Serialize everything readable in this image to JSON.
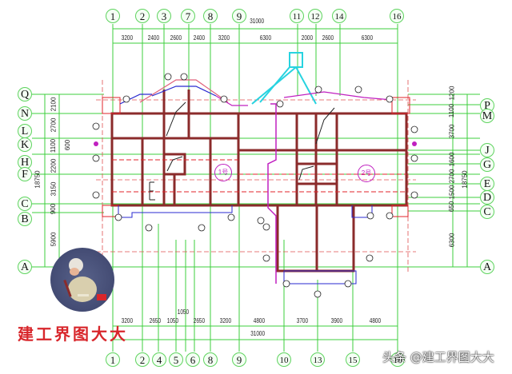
{
  "drawing": {
    "type": "architectural floor plan (axis grid layout)",
    "top_axes": [
      "1",
      "2",
      "3",
      "7",
      "8",
      "9",
      "11",
      "12",
      "14",
      "16"
    ],
    "bottom_axes": [
      "1",
      "2",
      "4",
      "5",
      "6",
      "8",
      "9",
      "10",
      "13",
      "15",
      "16"
    ],
    "left_axes": [
      "Q",
      "N",
      "L",
      "K",
      "H",
      "F",
      "C",
      "B",
      "A"
    ],
    "right_axes": [
      "P",
      "M",
      "J",
      "G",
      "E",
      "D",
      "C",
      "A"
    ],
    "top_total": "31000",
    "top_dims": [
      "3200",
      "2400",
      "2600",
      "2400",
      "3200",
      "6300",
      "2000",
      "2600",
      "6300"
    ],
    "bottom_dims": [
      "3200",
      "2650",
      "1050",
      "1050",
      "2650",
      "3200",
      "4800",
      "3700",
      "3900",
      "4800"
    ],
    "bottom_total": "31000",
    "left_dims": [
      "2100",
      "2700",
      "1100",
      "2200",
      "3150",
      "900",
      "5900"
    ],
    "left_total": "18750",
    "left_sub": "600",
    "right_dims": [
      "1200",
      "1100",
      "3700",
      "1600",
      "2700",
      "1500",
      "650",
      "6300"
    ],
    "right_total": "18750",
    "room_tags": [
      "1号",
      "2号"
    ]
  },
  "branding": {
    "title": "建工界图大大",
    "watermark": "头条 @建工界图大大"
  },
  "colors": {
    "axis_green": "#3ccf3c",
    "wall_dark_red": "#8b2b2b",
    "beam_red": "#e0232a",
    "cyan": "#27d3e0",
    "magenta": "#c020c0",
    "blue": "#2a2ad0",
    "brand_red": "#d8262b"
  }
}
